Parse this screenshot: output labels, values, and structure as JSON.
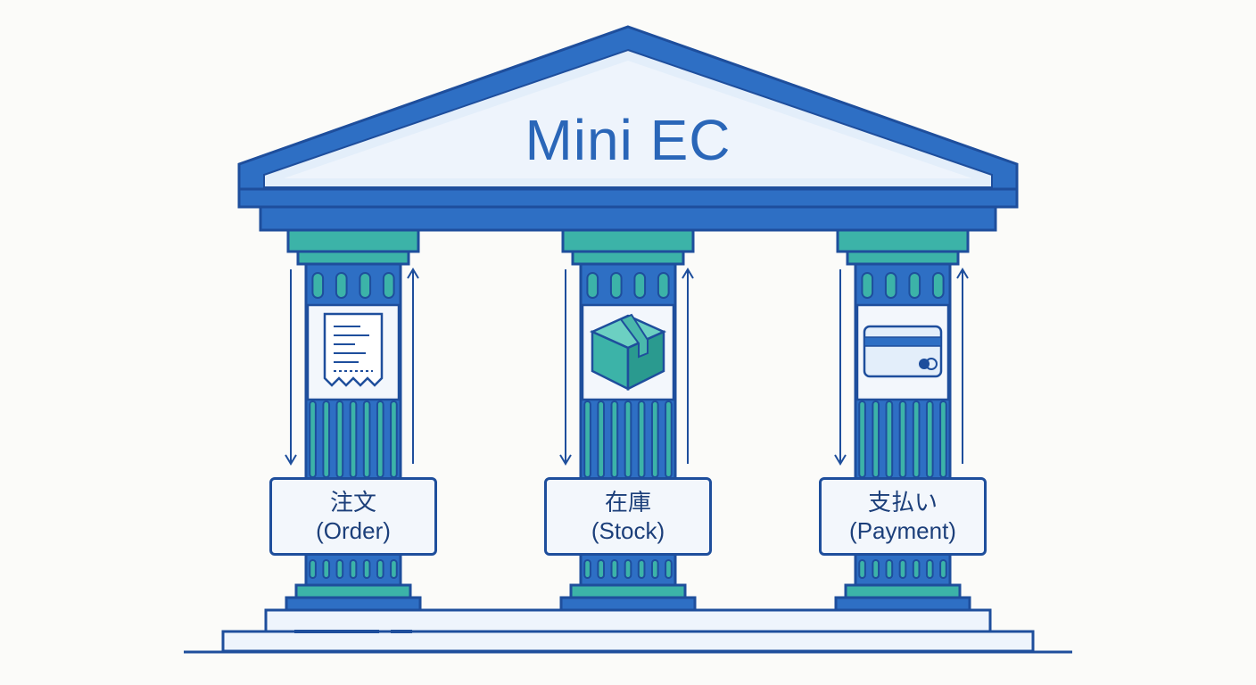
{
  "title": "Mini EC",
  "pillars": [
    {
      "icon": "receipt-icon",
      "label_ja": "注文",
      "label_en": "(Order)"
    },
    {
      "icon": "package-box-icon",
      "label_ja": "在庫",
      "label_en": "(Stock)"
    },
    {
      "icon": "credit-card-icon",
      "label_ja": "支払い",
      "label_en": "(Payment)"
    }
  ],
  "colors": {
    "primary_blue": "#2e6fc4",
    "dark_blue": "#1e4e9c",
    "teal": "#3cb3a8",
    "light_fill": "#e3eefa",
    "panel_fill": "#f3f7fc"
  }
}
